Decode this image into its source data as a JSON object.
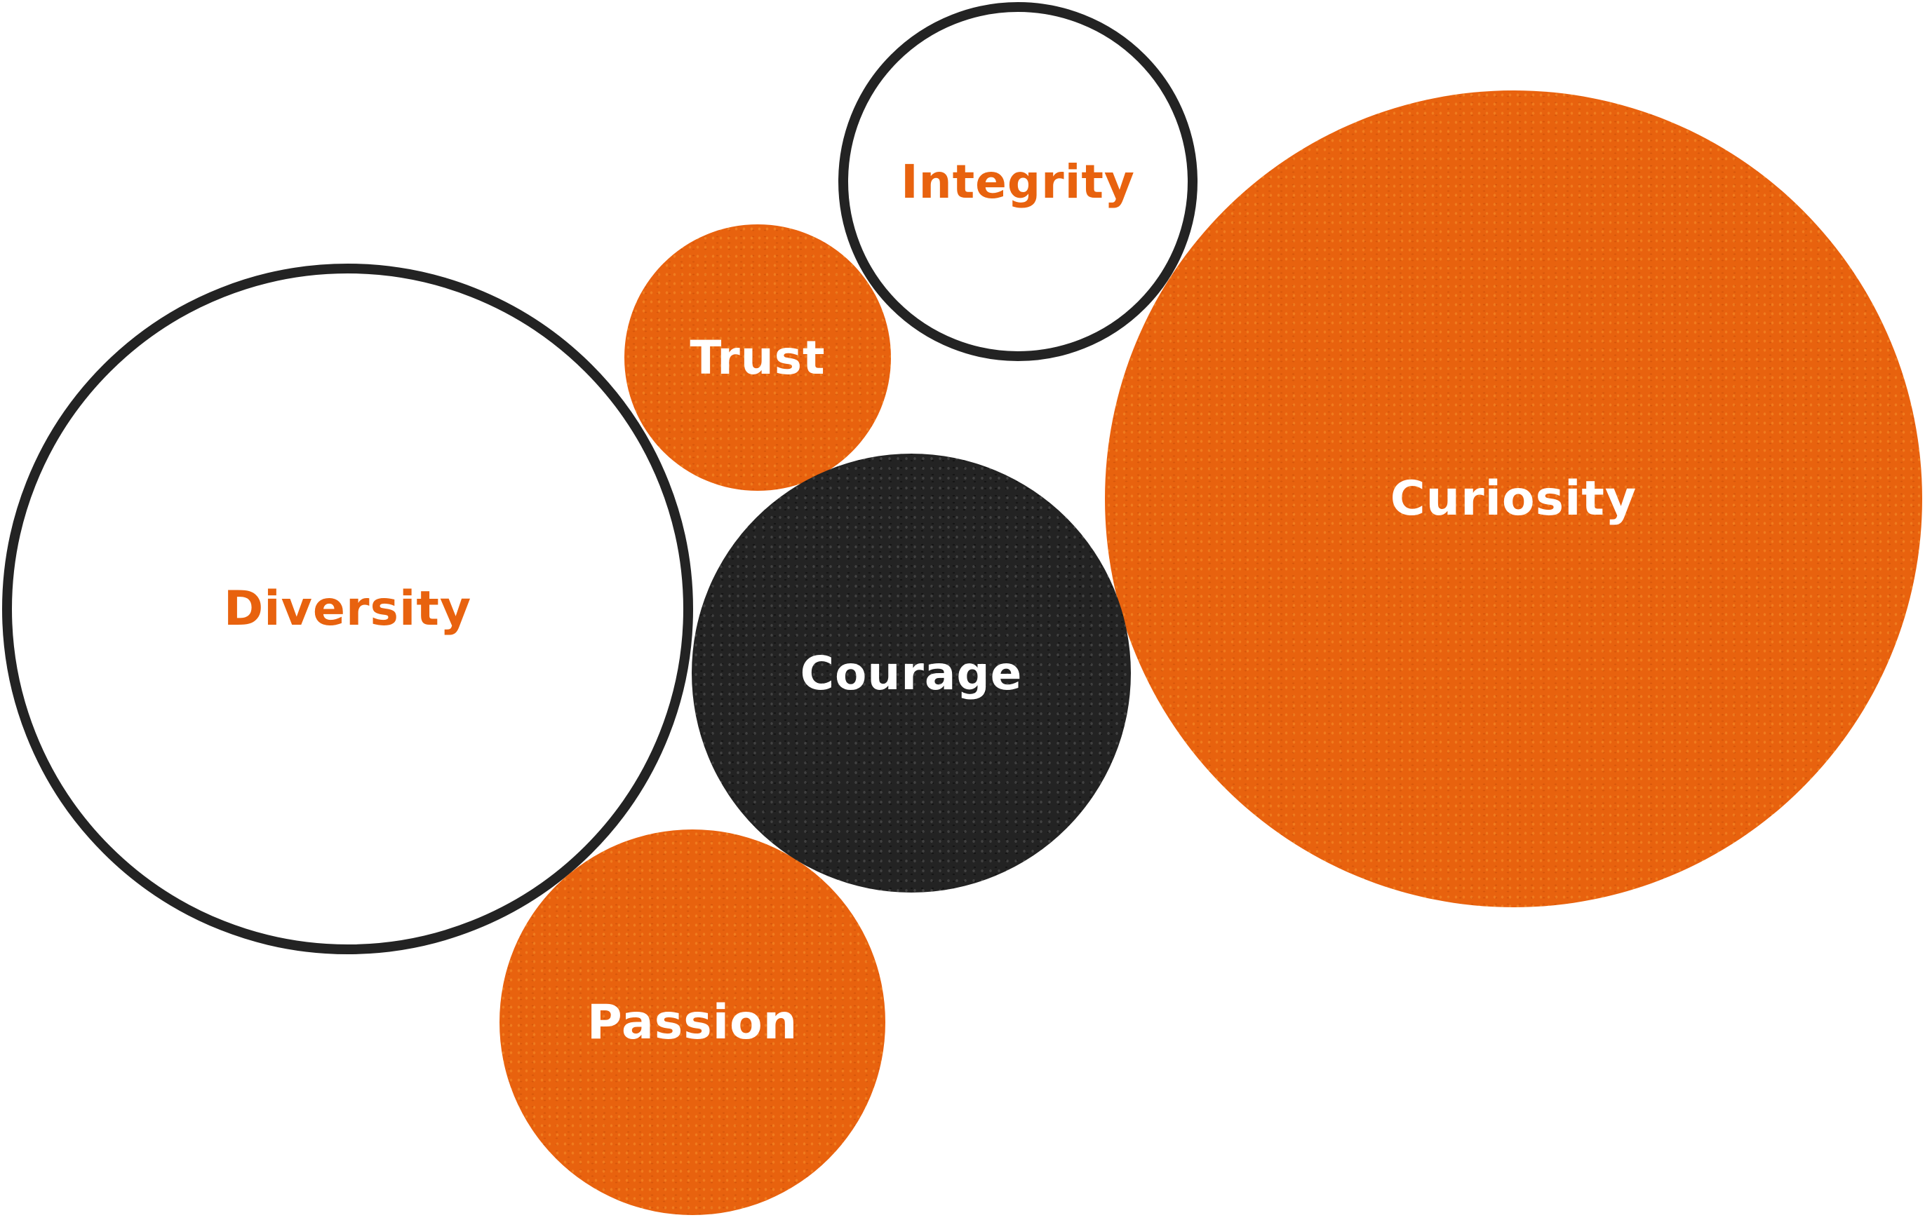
{
  "colors": {
    "accent": "#e8620e",
    "dark": "#232323",
    "background": "#ffffff",
    "text_light": "#ffffff"
  },
  "bubbles": [
    {
      "label": "Integrity",
      "style": "outlined",
      "label_color": "orange"
    },
    {
      "label": "Trust",
      "style": "filled-orange",
      "label_color": "white"
    },
    {
      "label": "Diversity",
      "style": "outlined",
      "label_color": "orange"
    },
    {
      "label": "Courage",
      "style": "filled-dark",
      "label_color": "white"
    },
    {
      "label": "Curiosity",
      "style": "filled-orange",
      "label_color": "white"
    },
    {
      "label": "Passion",
      "style": "filled-orange",
      "label_color": "white"
    }
  ]
}
